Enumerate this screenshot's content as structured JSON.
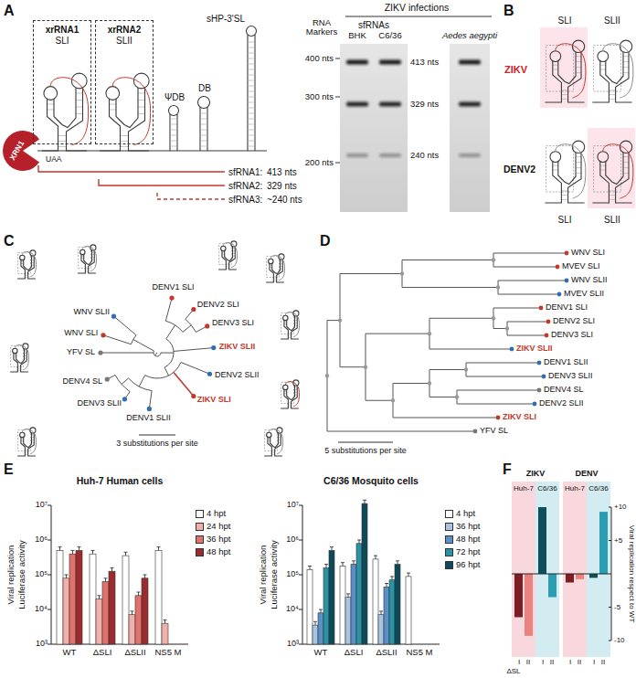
{
  "diagram": {
    "nodes": [
      {
        "text": [
          "XRN1"
        ]
      },
      {
        "text": [
          "xrRNA1",
          "SLI"
        ]
      },
      {
        "text": [
          "xrRNA2",
          "SLII"
        ]
      },
      {
        "text": [
          "Huh-7"
        ]
      },
      {
        "text": [
          "C6/36"
        ]
      },
      {
        "text": [
          "Huh-7"
        ]
      },
      {
        "text": [
          "C6/36"
        ]
      }
    ],
    "labels": [
      "A",
      "ΨDB",
      "DB",
      "sHP-3'SL",
      "UAA",
      "sfRNA1:",
      "413 nts",
      "sfRNA2:",
      "329 nts",
      "sfRNA3:",
      "~240 nts",
      "RNA Markers",
      "ZIKV infections",
      "sfRNAs",
      "BHK",
      "C6/36",
      "Aedes aegypti",
      "400 nts",
      "300 nts",
      "200 nts",
      "413 nts",
      "329 nts",
      "240 nts",
      "B",
      "SLI",
      "SLII",
      "ZIKV",
      "DENV2",
      "SLI",
      "SLII",
      "C",
      "WNV SLII",
      "DENV1 SLI",
      "DENV2 SLI",
      "DENV3 SLI",
      "ZIKV SLII",
      "DENV2 SLII",
      "ZIKV SLI",
      "DENV1 SLII",
      "DENV3 SLII",
      "DENV4 SL",
      "YFV SL",
      "WNV SLI",
      "3 substitutions per site",
      "D",
      "WNV SLI",
      "MVEV SLI",
      "WNV SLII",
      "MVEV SLII",
      "DENV1 SLI",
      "DENV2 SLI",
      "DENV3 SLI",
      "ZIKV SLII",
      "DENV1 SLII",
      "DENV3 SLII",
      "DENV4 SL",
      "DENV2 SLII",
      "ZIKV SLI",
      "YFV SL",
      "5 substitutions per site",
      "E",
      "Huh-7 Human cells",
      "Viral replication",
      "Luciferase activity",
      "10⁷",
      "10⁶",
      "10⁵",
      "10⁴",
      "10³",
      "WT",
      "ΔSLI",
      "ΔSLII",
      "NS5 M",
      "C6/36 Mosquito cells",
      "Viral replication",
      "Luciferase activity",
      "10⁷",
      "10⁶",
      "10⁵",
      "10⁴",
      "10³",
      "WT",
      "ΔSLI",
      "ΔSLII",
      "NS5 M",
      "F",
      "ZIKV",
      "DENV",
      "+10",
      "+5",
      "-5",
      "-10",
      "Viral replication respect to WT",
      "I",
      "II",
      "I",
      "II",
      "I",
      "II",
      "I",
      "II",
      "ΔSL"
    ],
    "legend": [
      {
        "text": "4 hpt",
        "color": "#ffffff"
      },
      {
        "text": "24 hpt",
        "color": "#f3b0aa"
      },
      {
        "text": "36 hpt",
        "color": "#e0716d"
      },
      {
        "text": "48 hpt",
        "color": "#9c2b2e"
      },
      {
        "text": "4 hpt",
        "color": "#ffffff"
      },
      {
        "text": "36 hpt",
        "color": "#a8c6e2"
      },
      {
        "text": "48 hpt",
        "color": "#5b8fc7"
      },
      {
        "text": "72 hpt",
        "color": "#2a93a6"
      },
      {
        "text": "96 hpt",
        "color": "#0d4a59"
      }
    ]
  }
}
